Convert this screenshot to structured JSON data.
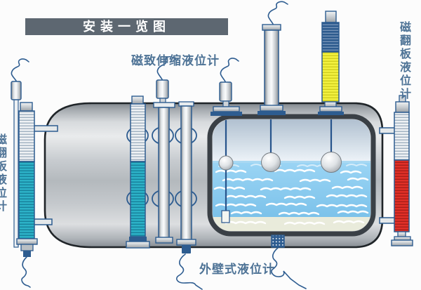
{
  "title": "安装一览图",
  "labels": {
    "magnetostrictive": "磁致伸缩液位计",
    "flap_right_vertical": "磁翻板液位计",
    "flap_left_vertical_clipped": "磁翻板液位计",
    "external_wall": "外壁式液位计"
  },
  "colors": {
    "title_bar_bg": "#5d6771",
    "title_text": "#ffffff",
    "label_text": "#4e7396",
    "outline_blue": "#2d5c90",
    "teal_indicator": "#2cb1c7",
    "red_indicator": "#e03028",
    "yellow_indicator": "#f2f13f",
    "dark_stripe_blue": "#2d5b8e",
    "water_blue": "#85c8ef",
    "bottom_band": "#e9ebdb",
    "tank_gray": "#c4c8cc",
    "window_border": "#3a4046"
  },
  "components": [
    "horizontal-tank",
    "cutaway-liquid-window",
    "float-spheres-x3",
    "guided-float-rod-with-probe",
    "left-magnetic-flap-gauge-teal",
    "tank-face-flap-indicator-teal",
    "magnetostrictive-probe-tube-with-transmitter",
    "second-probe-tube-with-bottom-plug",
    "top-transmitter-head",
    "top-stilling-well-pipe",
    "top-mounted-flap-gauge-yellow",
    "right-magnetic-flap-gauge-red",
    "external-wall-sensor-grid",
    "signal-cables"
  ]
}
